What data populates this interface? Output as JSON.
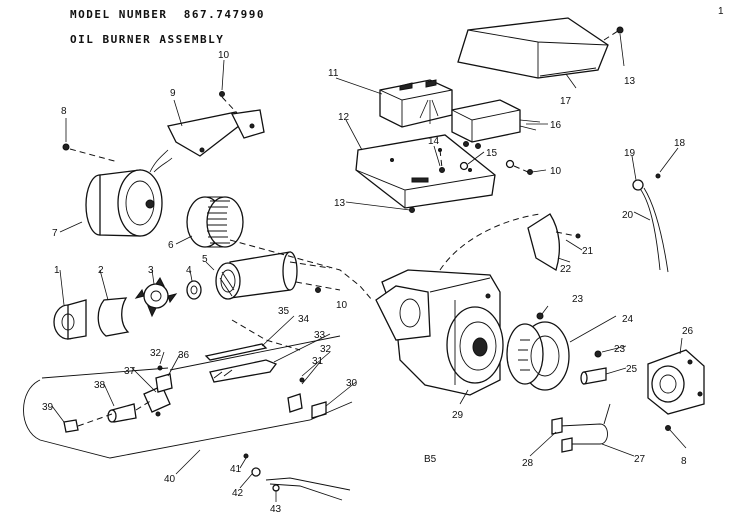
{
  "header": {
    "model_line": "MODEL NUMBER  867.747990",
    "assembly_title": "OIL BURNER ASSEMBLY",
    "corner_mark": "1"
  },
  "footer_code": "B5",
  "callouts": {
    "c1": "1",
    "c2": "2",
    "c3": "3",
    "c4": "4",
    "c5": "5",
    "c6": "6",
    "c7": "7",
    "c8a": "8",
    "c8b": "8",
    "c9": "9",
    "c10a": "10",
    "c10b": "10",
    "c10c": "10",
    "c11": "11",
    "c12": "12",
    "c13a": "13",
    "c13b": "13",
    "c14": "14",
    "c15": "15",
    "c16": "16",
    "c17": "17",
    "c18": "18",
    "c19": "19",
    "c20": "20",
    "c21": "21",
    "c22": "22",
    "c23a": "23",
    "c23b": "23",
    "c24": "24",
    "c25": "25",
    "c26": "26",
    "c27": "27",
    "c28": "28",
    "c29": "29",
    "c30": "30",
    "c31": "31",
    "c32a": "32",
    "c32b": "32",
    "c33": "33",
    "c34": "34",
    "c35": "35",
    "c36": "36",
    "c37": "37",
    "c38": "38",
    "c39": "39",
    "c40": "40",
    "c41": "41",
    "c42": "42",
    "c43": "43"
  }
}
